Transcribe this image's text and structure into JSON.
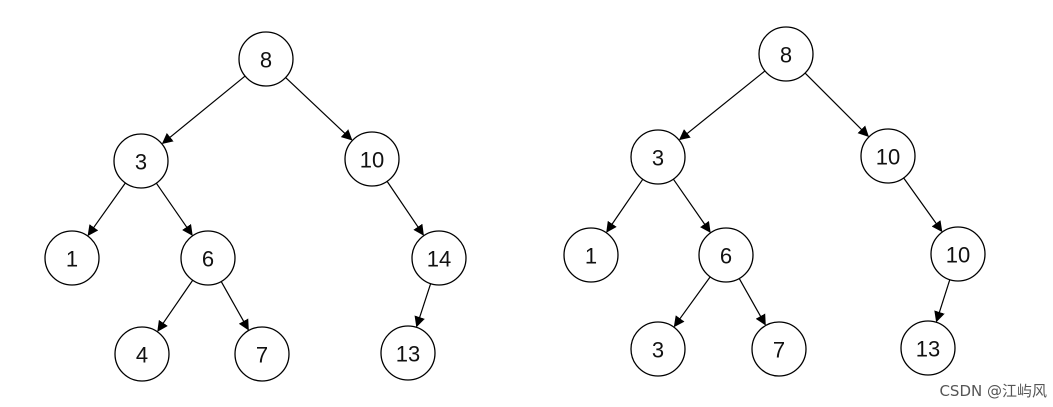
{
  "trees": [
    {
      "name": "tree-left",
      "nodes": [
        {
          "id": "a",
          "label": "8"
        },
        {
          "id": "b",
          "label": "3"
        },
        {
          "id": "c",
          "label": "10"
        },
        {
          "id": "d",
          "label": "1"
        },
        {
          "id": "e",
          "label": "6"
        },
        {
          "id": "f",
          "label": "14"
        },
        {
          "id": "g",
          "label": "4"
        },
        {
          "id": "h",
          "label": "7"
        },
        {
          "id": "i",
          "label": "13"
        }
      ],
      "edges": [
        [
          "a",
          "b"
        ],
        [
          "a",
          "c"
        ],
        [
          "b",
          "d"
        ],
        [
          "b",
          "e"
        ],
        [
          "c",
          "f"
        ],
        [
          "e",
          "g"
        ],
        [
          "e",
          "h"
        ],
        [
          "f",
          "i"
        ]
      ]
    },
    {
      "name": "tree-right",
      "nodes": [
        {
          "id": "a",
          "label": "8"
        },
        {
          "id": "b",
          "label": "3"
        },
        {
          "id": "c",
          "label": "10"
        },
        {
          "id": "d",
          "label": "1"
        },
        {
          "id": "e",
          "label": "6"
        },
        {
          "id": "f",
          "label": "10"
        },
        {
          "id": "g",
          "label": "3"
        },
        {
          "id": "h",
          "label": "7"
        },
        {
          "id": "i",
          "label": "13"
        }
      ],
      "edges": [
        [
          "a",
          "b"
        ],
        [
          "a",
          "c"
        ],
        [
          "b",
          "d"
        ],
        [
          "b",
          "e"
        ],
        [
          "c",
          "f"
        ],
        [
          "e",
          "g"
        ],
        [
          "e",
          "h"
        ],
        [
          "f",
          "i"
        ]
      ]
    }
  ],
  "credit": "CSDN @江屿风"
}
